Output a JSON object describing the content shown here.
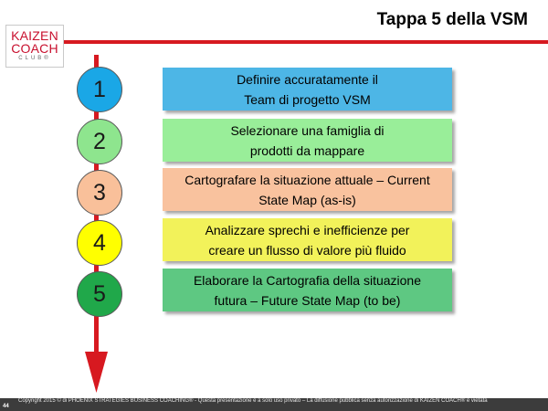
{
  "logo": {
    "line1": "KAIZEN",
    "line2": "COACH",
    "line3": "CLUB®"
  },
  "title": "Tappa 5 della VSM",
  "colors": {
    "accent": "#d71920"
  },
  "steps": [
    {
      "number": "1",
      "text": "Definire accuratamente il\nTeam di progetto VSM",
      "bubble_color": "#1aa7e6",
      "box_color": "#4db6e6"
    },
    {
      "number": "2",
      "text": "Selezionare una famiglia di\nprodotti da mappare",
      "bubble_color": "#8ee58e",
      "box_color": "#99ee99"
    },
    {
      "number": "3",
      "text": "Cartografare la situazione attuale – Current\nState Map (as-is)",
      "bubble_color": "#f9c09a",
      "box_color": "#f9c29e"
    },
    {
      "number": "4",
      "text": "Analizzare sprechi e inefficienze per\ncreare un flusso di valore più fluido",
      "bubble_color": "#ffff00",
      "box_color": "#f2f25a"
    },
    {
      "number": "5",
      "text": "Elaborare la Cartografia della situazione\nfutura – Future State Map (to be)",
      "bubble_color": "#20a84a",
      "box_color": "#5ec882"
    }
  ],
  "footer": {
    "page": "44",
    "copyright": "Copyright 2015 © di PHOENIX STRATEGIES BUSINESS COACHING® - Questa presentazione è a solo uso privato – La diffusione pubblica senza autorizzazione di KAIZEN COACH® è vietata"
  }
}
